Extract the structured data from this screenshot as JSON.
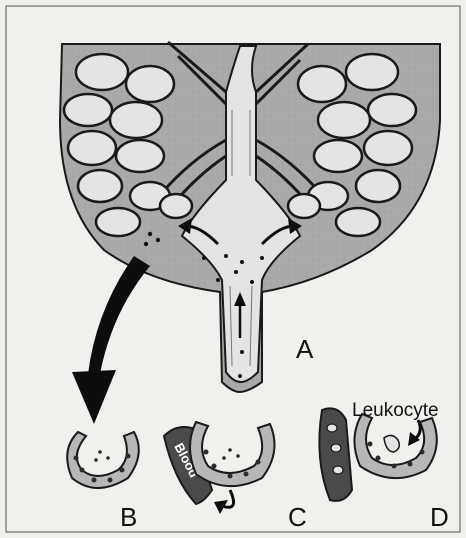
{
  "figure": {
    "panel_labels": {
      "a": "A",
      "b": "B",
      "c": "C",
      "d": "D"
    },
    "annotations": {
      "leukocyte": "Leukocyte",
      "blood": "Blood"
    },
    "colors": {
      "background": "#f1f0ed",
      "gland_tissue": "#a9a9a9",
      "duct_lining": "#e4e4e4",
      "outline": "#1a1a1a",
      "vessel": "#4a4a4a",
      "arrow": "#0d0d0d"
    }
  }
}
